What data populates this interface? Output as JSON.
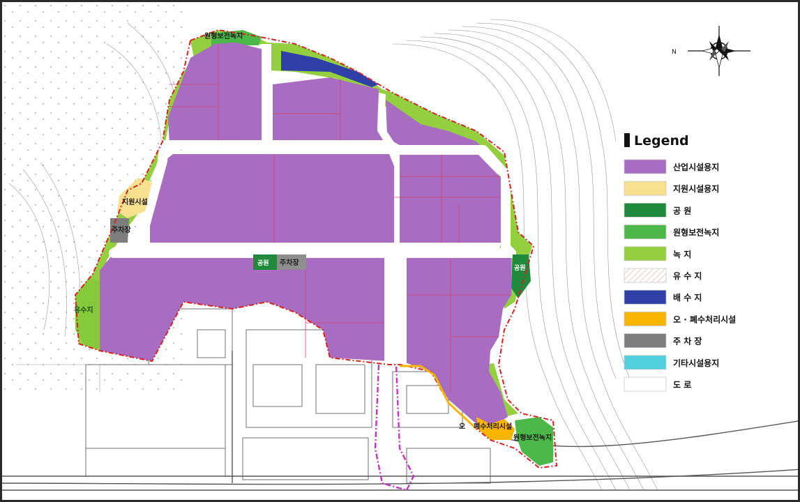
{
  "compass": {
    "north_label": "N"
  },
  "legend": {
    "title": "Legend",
    "items": [
      {
        "label": "산업시설용지",
        "color": "#a86cc0"
      },
      {
        "label": "지원시설용지",
        "color": "#f7e08e"
      },
      {
        "label": "공          원",
        "color": "#1f8a3c"
      },
      {
        "label": "원형보전녹지",
        "color": "#4cb84a"
      },
      {
        "label": "녹          지",
        "color": "#93cf3e"
      },
      {
        "label": "유    수    지",
        "color": "#fdf3f3",
        "hatch": true
      },
      {
        "label": "배    수    지",
        "color": "#2f3fa8"
      },
      {
        "label": "오 · 폐수처리시설",
        "color": "#f7b500"
      },
      {
        "label": "주    차    장",
        "color": "#7d7d7d"
      },
      {
        "label": "기타시설용지",
        "color": "#4fd0dc"
      },
      {
        "label": "도          로",
        "color": "#ffffff"
      }
    ]
  },
  "map_labels": {
    "preserved_green_top": "원형보전녹지",
    "support_facility": "지원시설",
    "parking_left": "주차장",
    "retention_pond": "유수지",
    "park_center": "공원",
    "parking_center": "주차장",
    "park_right": "공원",
    "wastewater_o": "오",
    "wastewater": "폐수처리시설",
    "preserved_green_bottom": "원형보전녹지"
  }
}
